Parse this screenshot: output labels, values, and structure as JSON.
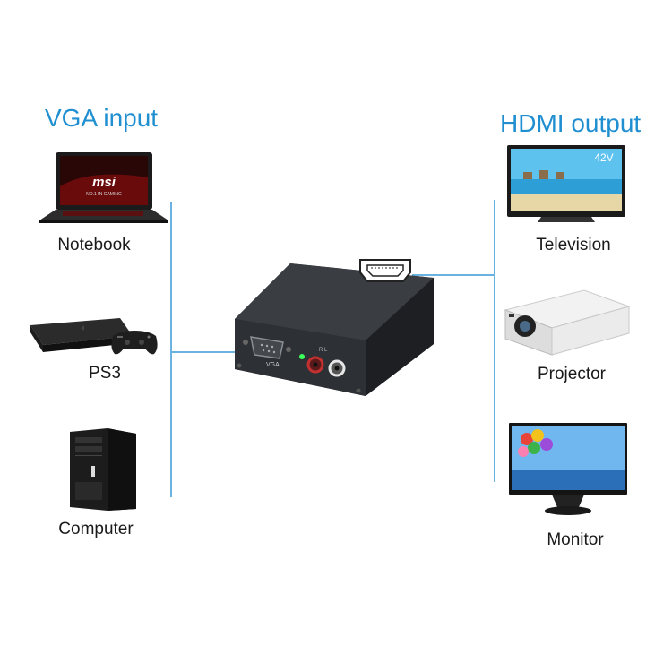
{
  "headings": {
    "input": "VGA input",
    "output": "HDMI output"
  },
  "inputs": [
    {
      "label": "Notebook",
      "icon": "laptop-icon",
      "screen_text": "msi",
      "screen_subtext": "NO.1 IN GAMING"
    },
    {
      "label": "PS3",
      "icon": "game-console-icon"
    },
    {
      "label": "Computer",
      "icon": "desktop-tower-icon"
    }
  ],
  "outputs": [
    {
      "label": "Television",
      "icon": "television-icon",
      "screen_text": "42V"
    },
    {
      "label": "Projector",
      "icon": "projector-icon"
    },
    {
      "label": "Monitor",
      "icon": "monitor-icon"
    }
  ],
  "converter": {
    "port_label": "VGA",
    "audio_label": "R  L"
  },
  "colors": {
    "heading": "#1f8fd1",
    "connector_line": "#6ab3e0",
    "converter_body": "#2b2e33",
    "led": "#3cff5a"
  }
}
